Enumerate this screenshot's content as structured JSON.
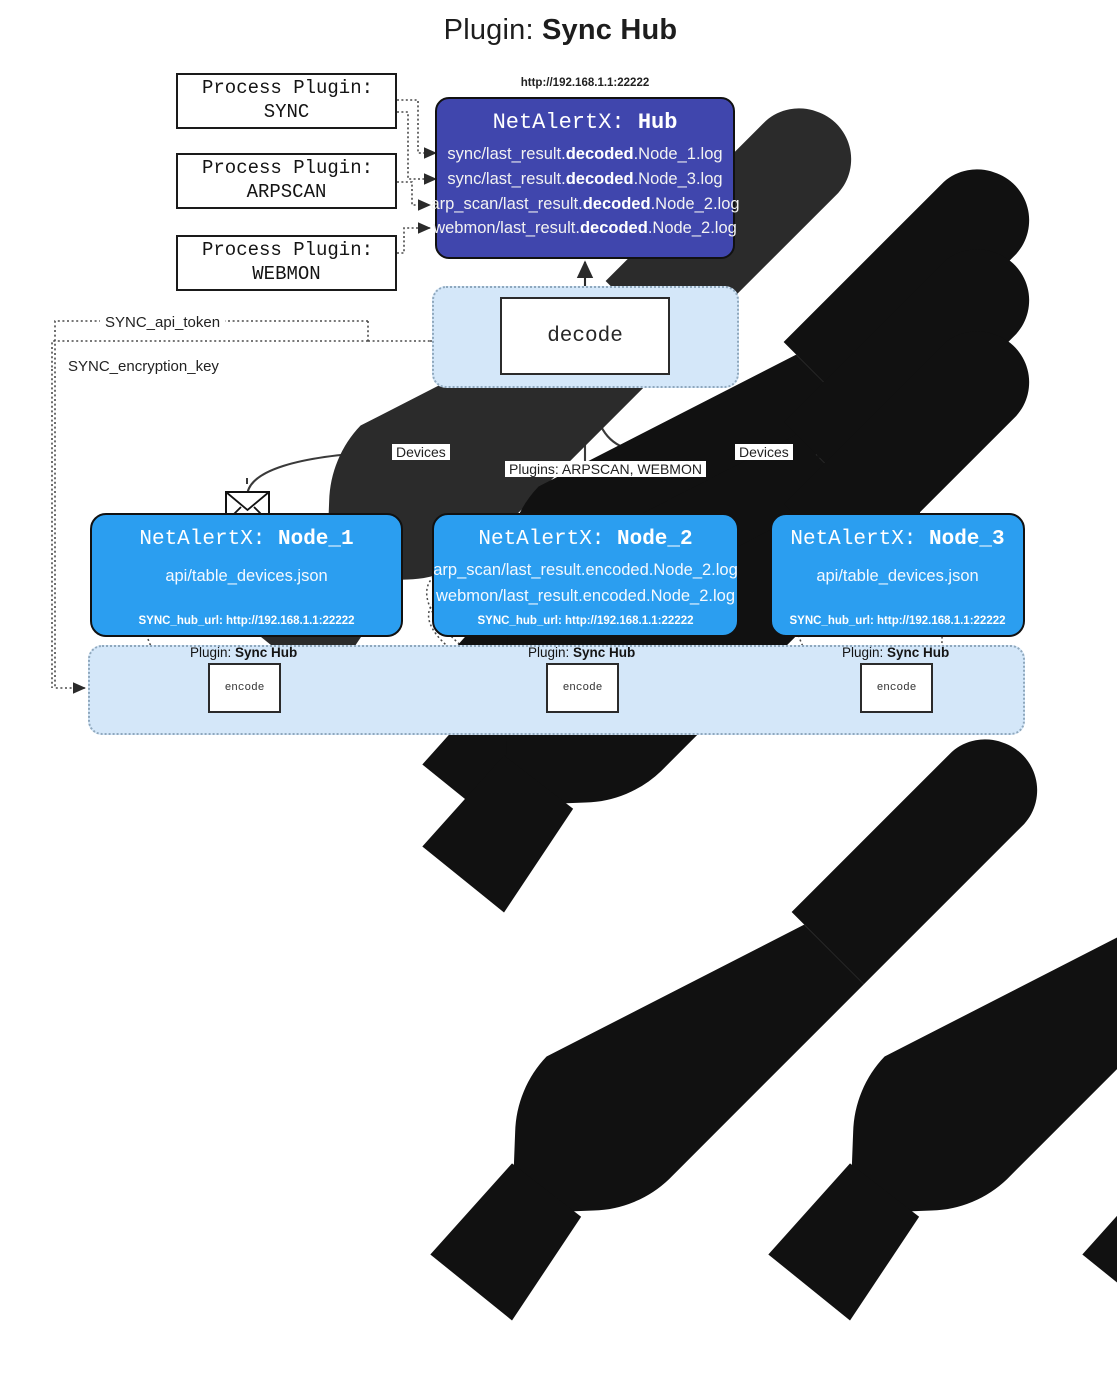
{
  "title": {
    "icon": "plug-icon",
    "prefix": "Plugin: ",
    "name": "Sync Hub"
  },
  "process_plugins": [
    {
      "line1": "Process Plugin:",
      "line2": "SYNC"
    },
    {
      "line1": "Process Plugin:",
      "line2": "ARPSCAN"
    },
    {
      "line1": "Process Plugin:",
      "line2": "WEBMON"
    }
  ],
  "hub": {
    "url": "http://192.168.1.1:22222",
    "title_prefix": "NetAlertX: ",
    "title_name": "Hub",
    "logs": [
      {
        "pre": "sync/last_result.",
        "strong": "decoded",
        "post": ".Node_1.log"
      },
      {
        "pre": "sync/last_result.",
        "strong": "decoded",
        "post": ".Node_3.log"
      },
      {
        "pre": "arp_scan/last_result.",
        "strong": "decoded",
        "post": ".Node_2.log"
      },
      {
        "pre": "webmon/last_result.",
        "strong": "decoded",
        "post": ".Node_2.log"
      }
    ]
  },
  "decode": {
    "label": "decode"
  },
  "secrets": [
    {
      "label": "SYNC_api_token"
    },
    {
      "label": "SYNC_encryption_key"
    }
  ],
  "edge_labels": {
    "left_devices": "Devices",
    "right_devices": "Devices",
    "center_plugins": "Plugins: ARPSCAN, WEBMON"
  },
  "nodes": [
    {
      "icon": "envelope-icon",
      "title_prefix": "NetAlertX: ",
      "title_name": "Node_1",
      "lines": [
        "api/table_devices.json"
      ],
      "footer": "SYNC_hub_url: http://192.168.1.1:22222"
    },
    {
      "icon": "envelope-icon",
      "title_prefix": "NetAlertX: ",
      "title_name": "Node_2",
      "lines": [
        "arp_scan/last_result.encoded.Node_2.log",
        "webmon/last_result.encoded.Node_2.log"
      ],
      "footer": "SYNC_hub_url: http://192.168.1.1:22222"
    },
    {
      "icon": "envelope-icon",
      "title_prefix": "NetAlertX: ",
      "title_name": "Node_3",
      "lines": [
        "api/table_devices.json"
      ],
      "footer": "SYNC_hub_url: http://192.168.1.1:22222"
    }
  ],
  "encoders": [
    {
      "plugin_prefix": "Plugin: ",
      "plugin_name": "Sync Hub",
      "label": "encode"
    },
    {
      "plugin_prefix": "Plugin: ",
      "plugin_name": "Sync Hub",
      "label": "encode"
    },
    {
      "plugin_prefix": "Plugin: ",
      "plugin_name": "Sync Hub",
      "label": "encode"
    }
  ],
  "colors": {
    "hub_fill": "#4046ad",
    "node_fill": "#2b9ef0",
    "container_fill": "#d4e7f9",
    "stroke": "#111111"
  }
}
